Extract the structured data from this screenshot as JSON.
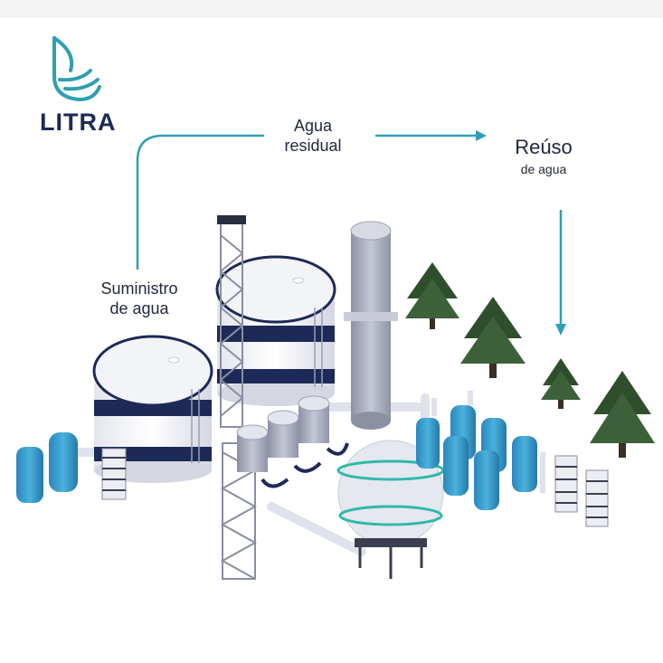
{
  "brand": {
    "name": "LITRA"
  },
  "labels": {
    "residual_line1": "Agua",
    "residual_line2": "residual",
    "supply_line1": "Suministro",
    "supply_line2": "de agua",
    "reuse_line1": "Reúso",
    "reuse_line2": "de agua"
  },
  "colors": {
    "teal": "#2f9fb2",
    "navy": "#1d2a57",
    "tank_blue": "#2f93c8",
    "tree_green": "#2f4f2c",
    "grey_steel": "#9da2b3"
  }
}
